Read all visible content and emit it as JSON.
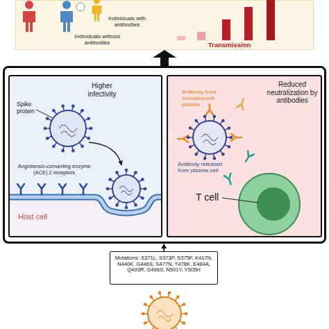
{
  "diagram": {
    "nodes": [
      {
        "text": [
          "Individuals with antibodies",
          "Individuals without antibodies",
          "Transmission"
        ]
      },
      {
        "text": []
      },
      {
        "text": [
          "Higher infectivity",
          "Spike protein",
          "Angiotensin-converting enzyme (ACE) 2 receptors",
          "Host cell"
        ],
        "in": 1
      },
      {
        "text": [
          "Reduced neutralization by antibodies",
          "Antibody from convalescent plasma",
          "Antibody released from plasma cell"
        ],
        "in": 1
      },
      {
        "text": [
          "T cell"
        ],
        "in": 3
      },
      {
        "text": [
          "Mutations: S371L, S373P, S375F, K417N, N440K, G446S, S477N, T478K, E484A, Q493R, G496S, N501Y, Y505H"
        ]
      }
    ],
    "edges": [
      {
        "from": 1,
        "to": 0,
        "arrow": "to"
      },
      {
        "from": 5,
        "to": 1,
        "arrow": "to"
      }
    ]
  }
}
